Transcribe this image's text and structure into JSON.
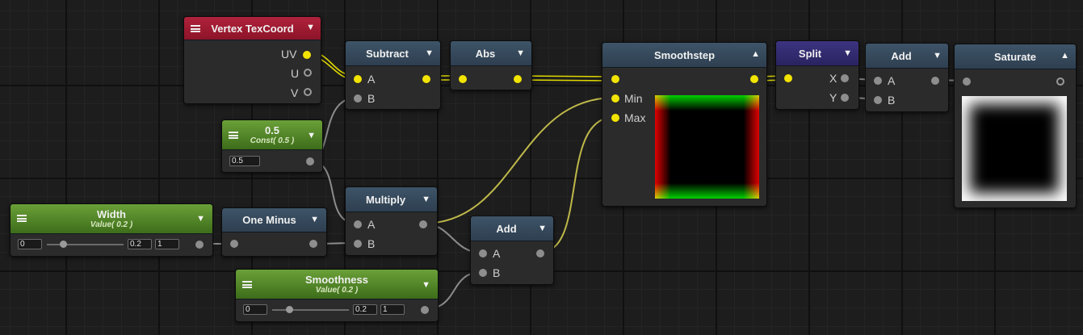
{
  "nodes": {
    "vertex_texcoord": {
      "title": "Vertex TexCoord",
      "outputs": [
        "UV",
        "U",
        "V"
      ]
    },
    "const": {
      "title": "0.5",
      "subtitle": "Const( 0.5 )",
      "value": "0.5"
    },
    "width": {
      "title": "Width",
      "subtitle": "Value( 0.2 )",
      "min": "0",
      "value": "0.2",
      "max": "1"
    },
    "one_minus": {
      "title": "One Minus"
    },
    "smoothness": {
      "title": "Smoothness",
      "subtitle": "Value( 0.2 )",
      "min": "0",
      "value": "0.2",
      "max": "1"
    },
    "subtract": {
      "title": "Subtract",
      "inputs": [
        "A",
        "B"
      ]
    },
    "abs": {
      "title": "Abs"
    },
    "multiply": {
      "title": "Multiply",
      "inputs": [
        "A",
        "B"
      ]
    },
    "add_mid": {
      "title": "Add",
      "inputs": [
        "A",
        "B"
      ]
    },
    "smoothstep": {
      "title": "Smoothstep",
      "inputs": [
        "Min",
        "Max"
      ]
    },
    "split": {
      "title": "Split",
      "outputs": [
        "X",
        "Y"
      ]
    },
    "add_right": {
      "title": "Add",
      "inputs": [
        "A",
        "B"
      ]
    },
    "saturate": {
      "title": "Saturate"
    }
  },
  "colors": {
    "canvas": "#1d1d1d",
    "node_body": "#2b2b2b",
    "header_default": "#3e5468",
    "header_input": "#b0223c",
    "header_property": "#5b8f2e",
    "header_split": "#3c3480",
    "wire_vector": "#d8d000",
    "wire_float": "#8c8c8c",
    "port_vector": "#f2e400",
    "port_float": "#8e8e8e"
  },
  "icons": [
    "menu-icon",
    "dropdown-arrow-icon",
    "collapse-arrow-icon"
  ]
}
